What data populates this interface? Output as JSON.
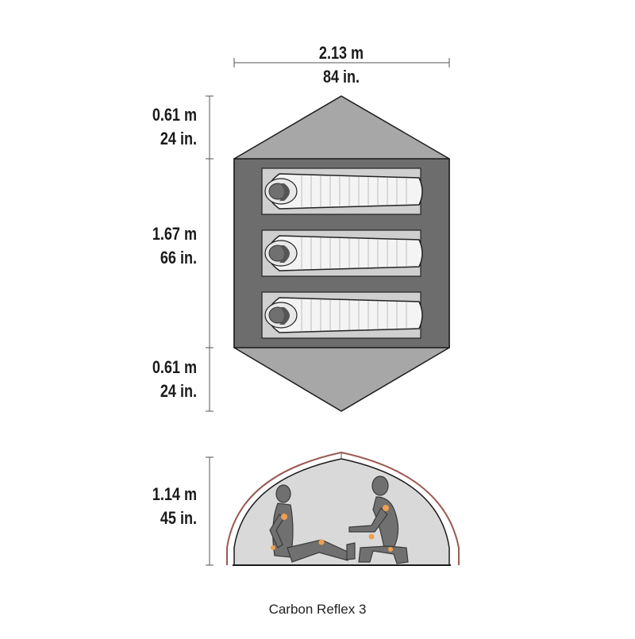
{
  "dimensions": {
    "width": {
      "metric": "2.13 m",
      "imperial": "84 in."
    },
    "vestibule_top": {
      "metric": "0.61 m",
      "imperial": "24 in."
    },
    "body_length": {
      "metric": "1.67 m",
      "imperial": "66 in."
    },
    "vestibule_bottom": {
      "metric": "0.61 m",
      "imperial": "24 in."
    },
    "height": {
      "metric": "1.14 m",
      "imperial": "45 in."
    }
  },
  "caption": "Carbon Reflex 3",
  "colors": {
    "vestibule": "#a7a7a7",
    "tent_floor": "#6d6d6d",
    "sleeping_pad": "#cfcfcf",
    "sleeping_bag": "#f4f4f4",
    "fly_outline": "#9a5a52",
    "profile_fill": "#d9d9d9",
    "figure": "#707070"
  },
  "occupants": 3
}
